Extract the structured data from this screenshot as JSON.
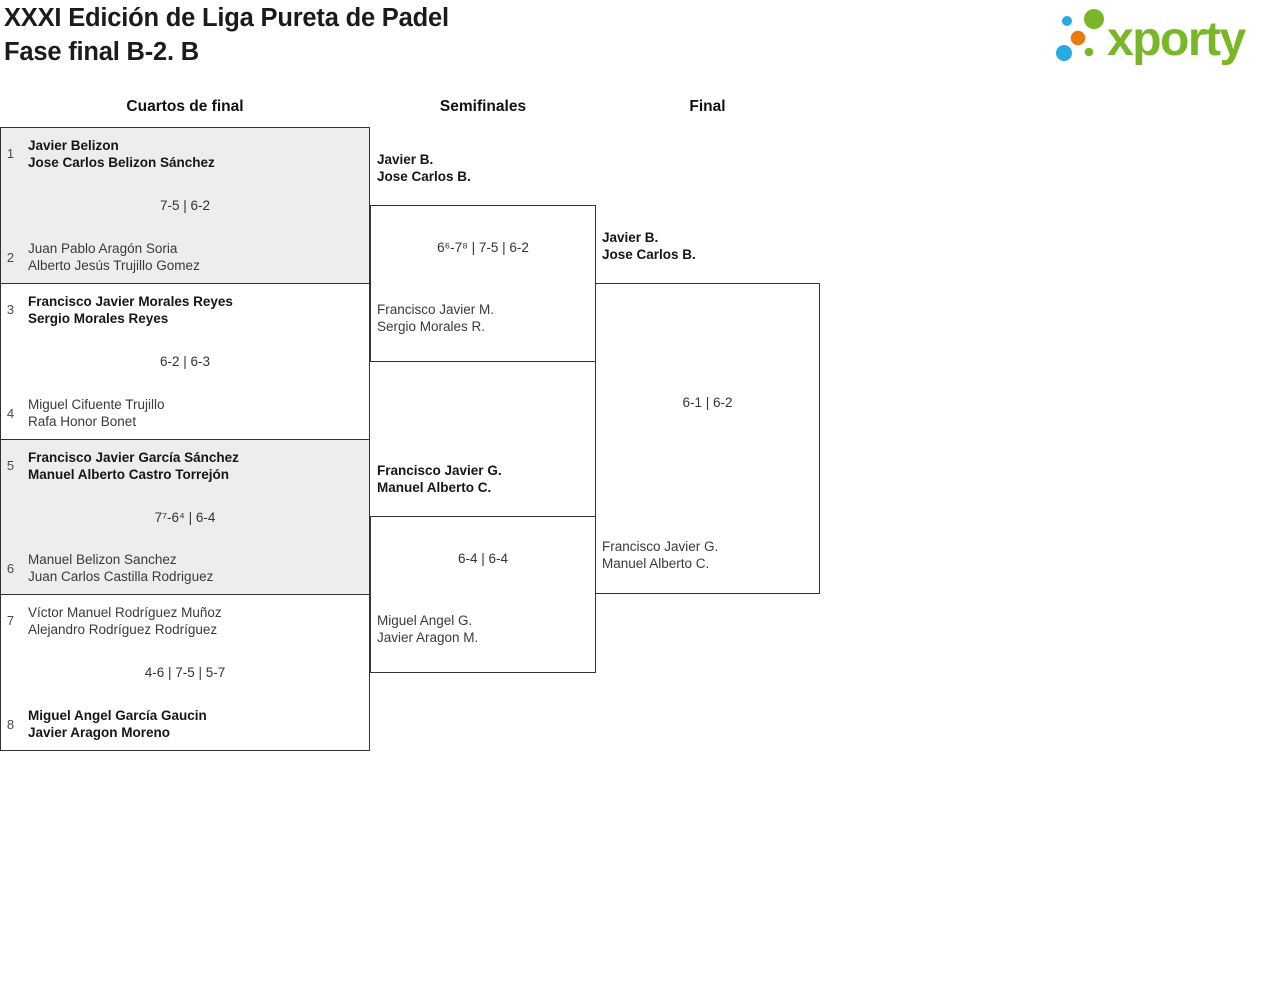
{
  "page": {
    "title_line1": "XXXI Edición de Liga Pureta de Padel",
    "title_line2": "Fase final B-2. B"
  },
  "logo": {
    "text": "xporty",
    "colors": {
      "green": "#79b728",
      "blue": "#29a9e1",
      "orange": "#e87a10"
    }
  },
  "columns": [
    {
      "label": "Cuartos de final"
    },
    {
      "label": "Semifinales"
    },
    {
      "label": "Final"
    }
  ],
  "bracket": {
    "quarterfinals": [
      {
        "seed_top": "1",
        "top1": "Javier Belizon",
        "top2": "Jose Carlos Belizon Sánchez",
        "top_winner": true,
        "score": "7-5 | 6-2",
        "seed_bottom": "2",
        "bottom1": "Juan Pablo Aragón Soria",
        "bottom2": "Alberto Jesús Trujillo Gomez",
        "bottom_winner": false
      },
      {
        "seed_top": "3",
        "top1": "Francisco Javier Morales Reyes",
        "top2": "Sergio Morales Reyes",
        "top_winner": true,
        "score": "6-2 | 6-3",
        "seed_bottom": "4",
        "bottom1": "Miguel Cifuente Trujillo",
        "bottom2": "Rafa Honor Bonet",
        "bottom_winner": false
      },
      {
        "seed_top": "5",
        "top1": "Francisco Javier García Sánchez",
        "top2": "Manuel Alberto Castro Torrejón",
        "top_winner": true,
        "score": "7⁷-6⁴ | 6-4",
        "seed_bottom": "6",
        "bottom1": "Manuel Belizon Sanchez",
        "bottom2": "Juan Carlos Castilla Rodriguez",
        "bottom_winner": false
      },
      {
        "seed_top": "7",
        "top1": "Víctor Manuel Rodríguez Muñoz",
        "top2": "Alejandro Rodríguez Rodríguez",
        "top_winner": false,
        "score": "4-6 | 7-5 | 5-7",
        "seed_bottom": "8",
        "bottom1": "Miguel Angel García Gaucin",
        "bottom2": "Javier Aragon Moreno",
        "bottom_winner": true
      }
    ],
    "semifinals": [
      {
        "top1": "Javier B.",
        "top2": "Jose Carlos B.",
        "top_winner": true,
        "score": "6⁶-7⁸ | 7-5 | 6-2",
        "bottom1": "Francisco Javier M.",
        "bottom2": "Sergio Morales R.",
        "bottom_winner": false
      },
      {
        "top1": "Francisco Javier G.",
        "top2": "Manuel Alberto C.",
        "top_winner": true,
        "score": "6-4 | 6-4",
        "bottom1": "Miguel Angel G.",
        "bottom2": "Javier Aragon M.",
        "bottom_winner": false
      }
    ],
    "final": {
      "top1": "Javier B.",
      "top2": "Jose Carlos B.",
      "top_winner": true,
      "score": "6-1 | 6-2",
      "bottom1": "Francisco Javier G.",
      "bottom2": "Manuel Alberto C.",
      "bottom_winner": false
    }
  }
}
